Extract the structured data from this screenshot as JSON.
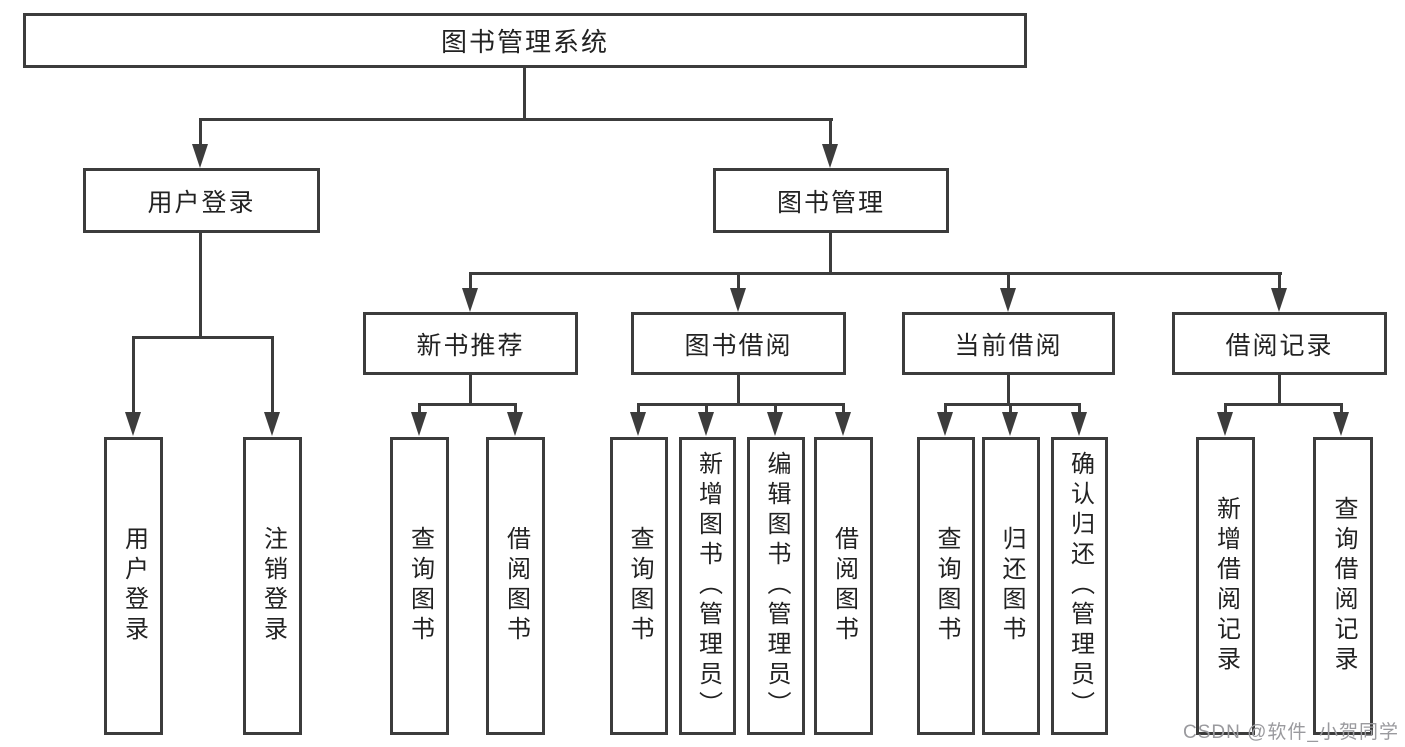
{
  "root": {
    "label": "图书管理系统"
  },
  "branches": {
    "user_login": {
      "label": "用户登录",
      "children": [
        {
          "label": "用户登录"
        },
        {
          "label": "注销登录"
        }
      ]
    },
    "book_mgmt": {
      "label": "图书管理",
      "sections": [
        {
          "label": "新书推荐",
          "children": [
            {
              "label": "查询图书"
            },
            {
              "label": "借阅图书"
            }
          ]
        },
        {
          "label": "图书借阅",
          "children": [
            {
              "label": "查询图书"
            },
            {
              "label": "新增图书（管理员）"
            },
            {
              "label": "编辑图书（管理员）"
            },
            {
              "label": "借阅图书"
            }
          ]
        },
        {
          "label": "当前借阅",
          "children": [
            {
              "label": "查询图书"
            },
            {
              "label": "归还图书"
            },
            {
              "label": "确认归还（管理员）"
            }
          ]
        },
        {
          "label": "借阅记录",
          "children": [
            {
              "label": "新增借阅记录"
            },
            {
              "label": "查询借阅记录"
            }
          ]
        }
      ]
    }
  },
  "watermark": "CSDN @软件_小贺同学",
  "colors": {
    "line": "#3c3c3c",
    "text": "#222222",
    "background": "#ffffff",
    "watermark": "#9a9a9e"
  }
}
